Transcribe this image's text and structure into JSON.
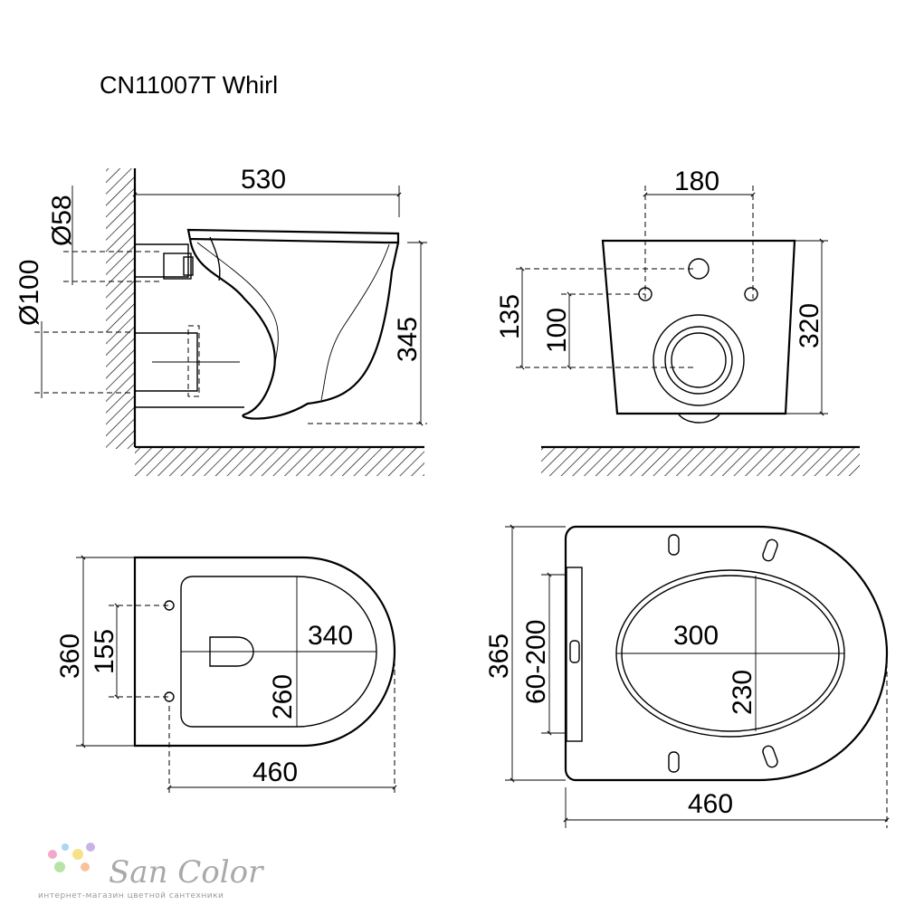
{
  "title": "CN11007T Whirl",
  "views": {
    "side": {
      "length": "530",
      "outlet_small": "Ø58",
      "outlet_large": "Ø100",
      "height": "345"
    },
    "back": {
      "bolt_spacing": "180",
      "inlet_height": "135",
      "bolt_height": "100",
      "total_height": "320"
    },
    "top": {
      "width": "360",
      "bolt_spacing": "155",
      "bowl_length": "340",
      "bowl_width": "260",
      "length": "460"
    },
    "seat": {
      "width": "365",
      "hinge_range": "60-200",
      "opening_length": "300",
      "opening_width": "230",
      "length": "460"
    }
  },
  "logo": {
    "name": "San Color",
    "tagline": "интернет-магазин цветной сантехники",
    "dot_colors": [
      "#f4a7c8",
      "#a8d8f0",
      "#f7e08a",
      "#c9b3e6",
      "#b7e3a8",
      "#f8c39a"
    ]
  }
}
